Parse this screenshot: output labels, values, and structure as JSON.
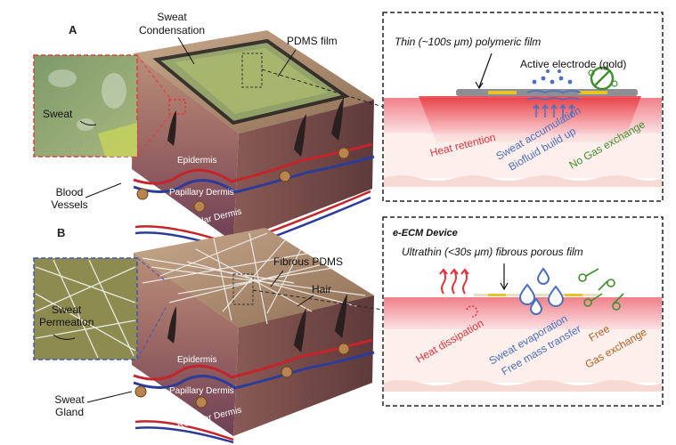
{
  "panel_a": {
    "letter": "A",
    "sweat_condensation": [
      "Sweat",
      "Condensation"
    ],
    "pdms_film": "PDMS film",
    "sweat": "Sweat",
    "blood_vessels": [
      "Blood",
      "Vessels"
    ],
    "epidermis": "Epidermis",
    "papillary_dermis": "Papillary Dermis",
    "reticular_dermis": "Reticular Dermis",
    "inset": {
      "film_title": "Thin (~100s μm) polymeric film",
      "active_electrode": "Active electrode (gold)",
      "heat_retention": "Heat retention",
      "sweat_accumulation": [
        "Sweat accumulation",
        "Biofluid build up"
      ],
      "no_gas_exchange": "No Gas exchange"
    }
  },
  "panel_b": {
    "letter": "B",
    "fibrous_pdms": "Fibrous PDMS",
    "hair": "Hair",
    "sweat_permeation": [
      "Sweat",
      "Permeation"
    ],
    "sweat_gland": [
      "Sweat",
      "Gland"
    ],
    "epidermis": "Epidermis",
    "papillary_dermis": "Papillary Dermis",
    "reticular_dermis": "Reticular Dermis",
    "inset": {
      "device_title": "e-ECM Device",
      "film_title": "Ultrathin (<30s μm) fibrous porous film",
      "heat_dissipation": "Heat dissipation",
      "sweat_evaporation": [
        "Sweat evaporation",
        "Free mass transfer"
      ],
      "free_gas_exchange": [
        "Free",
        "Gas exchange"
      ]
    }
  },
  "colors": {
    "heat_red": "#e8333a",
    "sweat_blue": "#4a6fc0",
    "gas_green": "#3f8f2e",
    "gas_orange": "#b8601f",
    "skin_pink": "#f3b8bf",
    "electrode_gold": "#e9c22a"
  }
}
